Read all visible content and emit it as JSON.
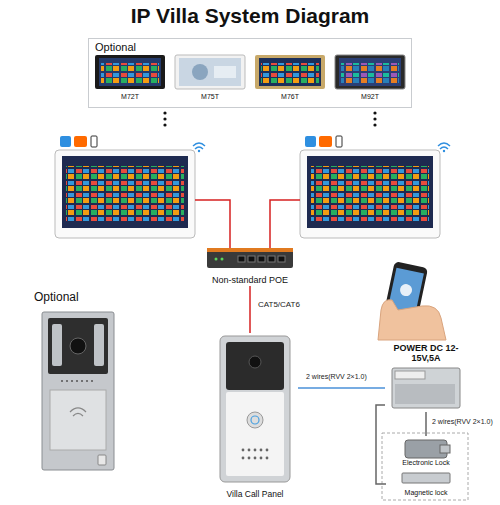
{
  "diagram": {
    "title": "IP Villa System Diagram",
    "nodes": [
      {
        "text": [
          "Optional"
        ]
      },
      {
        "text": [
          "M72T"
        ],
        "in": 0
      },
      {
        "text": [
          "M75T"
        ],
        "in": 0
      },
      {
        "text": [
          "M76T"
        ],
        "in": 0
      },
      {
        "text": [
          "M92T"
        ],
        "in": 0
      },
      {
        "text": [
          "Non-standard POE"
        ]
      },
      {
        "text": [
          "Optional"
        ]
      },
      {
        "text": [
          "Villa Call Panel"
        ]
      },
      {
        "text": [
          "POWER DC 12-15V,5A"
        ]
      },
      {
        "text": [
          "Electronic Lock"
        ]
      },
      {
        "text": [
          "Magnetic lock"
        ]
      }
    ],
    "edges": [
      {
        "from": 5,
        "to": 7,
        "arrow": "none",
        "label": "CAT5/CAT6"
      },
      {
        "from": 7,
        "to": 8,
        "arrow": "none",
        "label": "2 wires(RVV 2×1.0)"
      },
      {
        "from": 8,
        "to": 9,
        "arrow": "none",
        "label": "2 wires(RVV 2×1.0)"
      },
      {
        "from": 8,
        "to": 10,
        "arrow": "none"
      }
    ]
  }
}
